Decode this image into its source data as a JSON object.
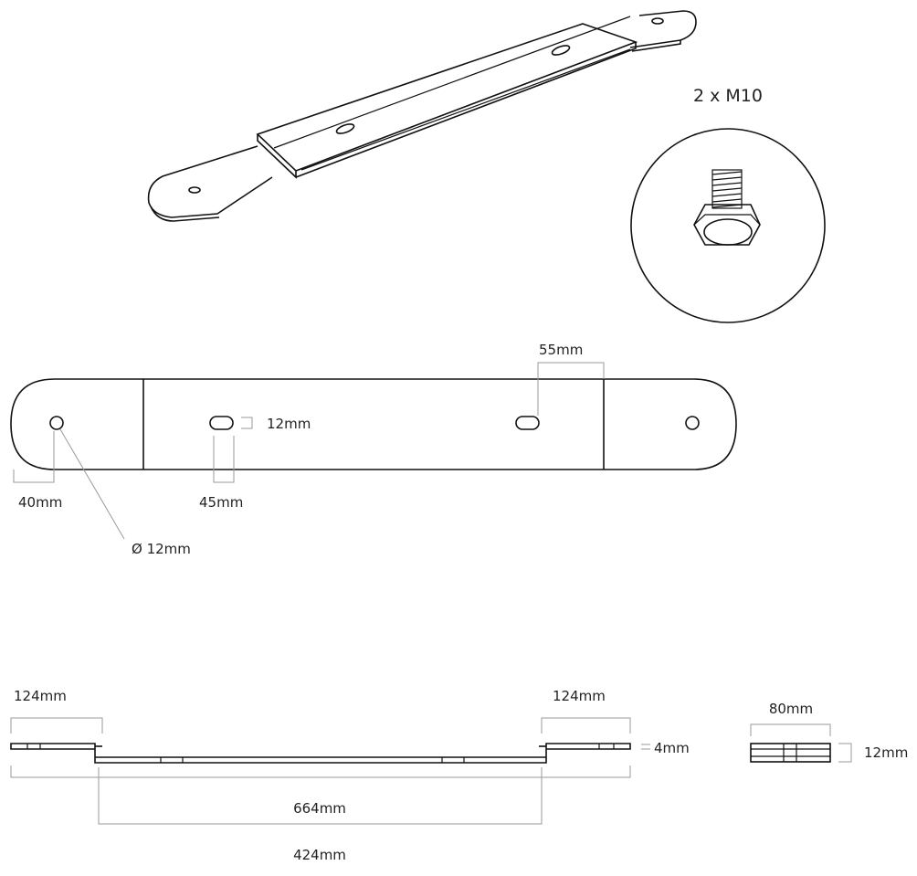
{
  "labels": {
    "bolt": "2 x M10",
    "slot_spacing": "55mm",
    "slot_width": "12mm",
    "end_offset": "40mm",
    "slot_length": "45mm",
    "hole_diameter": "Ø 12mm",
    "end_left": "124mm",
    "end_right": "124mm",
    "thickness": "4mm",
    "overall": "664mm",
    "center": "424mm",
    "end_width": "80mm",
    "end_height": "12mm"
  }
}
